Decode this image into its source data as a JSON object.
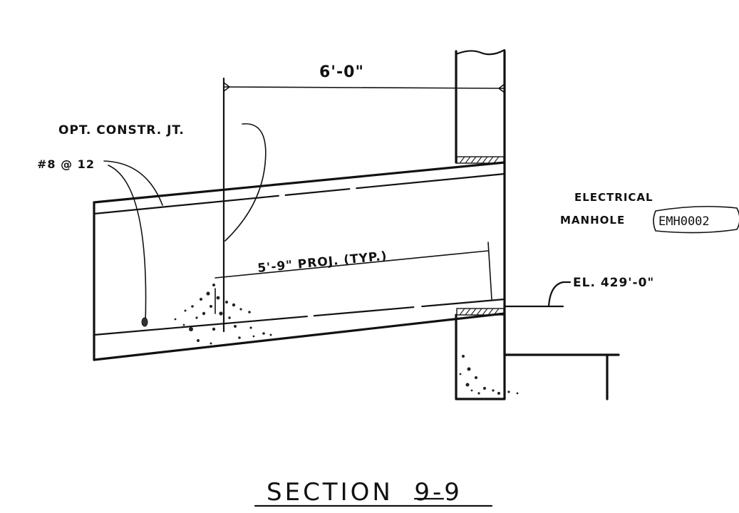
{
  "section_title": "SECTION  9-9",
  "labels": {
    "dimension_top": "6'-0\"",
    "construction_joint": "OPT. CONSTR. JT.",
    "rebar": "#8 @ 12",
    "projection": "5'-9\" PROJ. (TYP.)",
    "structure_line1": "ELECTRICAL",
    "structure_line2": "MANHOLE",
    "structure_tag": "EMH0002",
    "elevation": "EL. 429'-0\""
  }
}
